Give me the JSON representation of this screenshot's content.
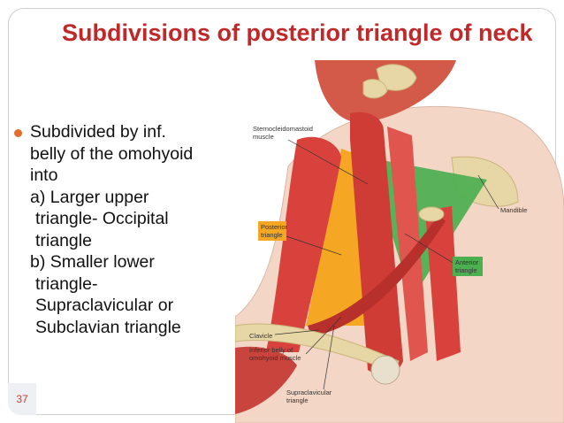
{
  "slide": {
    "title": "Subdivisions of posterior triangle of neck",
    "page_number": "37"
  },
  "content": {
    "bullet_lines": [
      "Subdivided by inf.",
      "belly of the omohyoid",
      "into"
    ],
    "item_a": {
      "first": "a) Larger upper",
      "rest": [
        "triangle- Occipital",
        "triangle"
      ]
    },
    "item_b": {
      "first": "b) Smaller lower",
      "rest": [
        "triangle-",
        "Supraclavicular or",
        "Subclavian triangle"
      ]
    }
  },
  "figure": {
    "labels": {
      "scm_1": "Sternocleidomastoid",
      "scm_2": "muscle",
      "mandible": "Mandible",
      "posterior_1": "Posterior",
      "posterior_2": "triangle",
      "anterior_1": "Anterior",
      "anterior_2": "triangle",
      "clavicle": "Clavicle",
      "omohyoid_1": "Inferior belly of",
      "omohyoid_2": "omohyoid muscle",
      "supraclav_1": "Supraclavicular",
      "supraclav_2": "triangle"
    },
    "colors": {
      "posterior_triangle": "#f5a623",
      "anterior_triangle": "#4caf50",
      "muscle": "#d9423c",
      "bone": "#e8d7a6",
      "skin": "#f3d6c6"
    }
  }
}
